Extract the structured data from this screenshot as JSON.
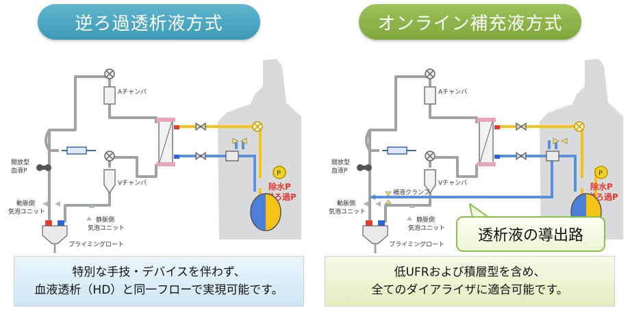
{
  "left": {
    "title": "逆ろ過透析液方式",
    "labels": {
      "a_chamber": "Aチャンバ",
      "v_chamber": "Vチャンバ",
      "open_blood_p1": "開放型",
      "open_blood_p2": "血液P",
      "arterial_bubble1": "動脈側",
      "arterial_bubble2": "気泡ユニット",
      "venous_bubble1": "静脈側",
      "venous_bubble2": "気泡ユニット",
      "priming_funnel": "プライミングロート",
      "uf_pump1": "除水P",
      "uf_pump2": "逆ろ過P"
    },
    "caption_line1": "特別な手技・デバイスを伴わず、",
    "caption_line2": "血液透析（HD）と同一フローで実現可能です。"
  },
  "right": {
    "title": "オンライン補充液方式",
    "labels": {
      "a_chamber": "Aチャンバ",
      "v_chamber": "Vチャンバ",
      "open_blood_p1": "開放型",
      "open_blood_p2": "血液P",
      "arterial_bubble1": "動脈側",
      "arterial_bubble2": "気泡ユニット",
      "venous_bubble1": "静脈側",
      "venous_bubble2": "気泡ユニット",
      "priming_funnel": "プライミングロート",
      "supply_clamp": "補液クランプ",
      "uf_pump1": "除水P",
      "uf_pump2": "逆ろ過P"
    },
    "callout": "透析液の導出路",
    "caption_line1": "低UFRおよび積層型を含め、",
    "caption_line2": "全てのダイアライザに適合可能です。"
  },
  "colors": {
    "tube_gray": "#a0a3a6",
    "dialysate_yellow": "#f3c417",
    "dialysate_blue": "#5b8fdc",
    "pump_red": "#e53b2f",
    "machine_gray": "#d9dadb"
  }
}
